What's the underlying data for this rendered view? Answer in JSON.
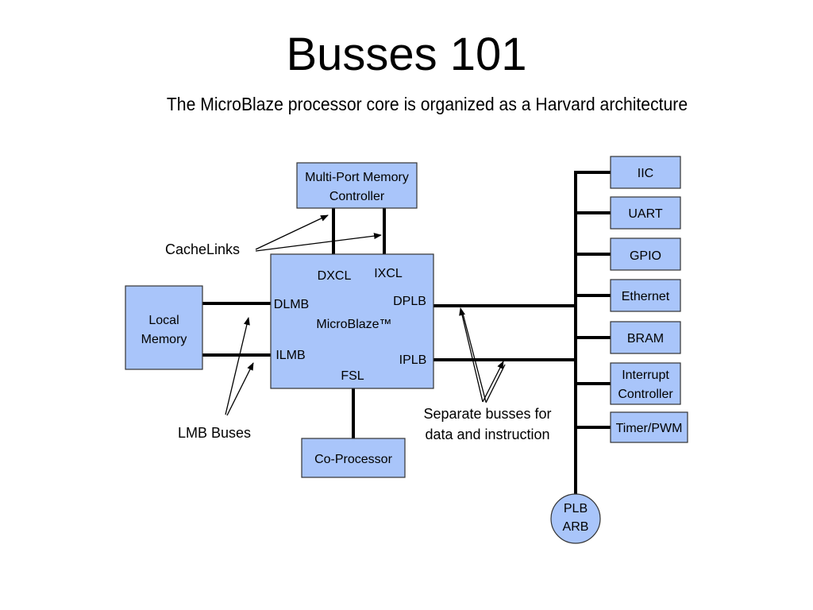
{
  "title": "Busses 101",
  "subtitle": "The MicroBlaze processor core is organized as a Harvard architecture",
  "colors": {
    "box_fill": "#a9c5fa",
    "line": "#000000"
  },
  "processor": {
    "name": "MicroBlaze™",
    "ports": {
      "dxcl": "DXCL",
      "ixcl": "IXCL",
      "dlmb": "DLMB",
      "ilmb": "ILMB",
      "dplb": "DPLB",
      "iplb": "IPLB",
      "fsl": "FSL"
    }
  },
  "mpmc": {
    "line1": "Multi-Port Memory",
    "line2": "Controller"
  },
  "local_memory": {
    "line1": "Local",
    "line2": "Memory"
  },
  "coprocessor": "Co-Processor",
  "peripherals": {
    "iic": "IIC",
    "uart": "UART",
    "gpio": "GPIO",
    "ethernet": "Ethernet",
    "bram": "BRAM",
    "interrupt_line1": "Interrupt",
    "interrupt_line2": "Controller",
    "timer": "Timer/PWM"
  },
  "arbiter": {
    "line1": "PLB",
    "line2": "ARB"
  },
  "annotations": {
    "cachelinks": "CacheLinks",
    "lmb_buses": "LMB Buses",
    "separate_line1": "Separate busses for",
    "separate_line2": "data and instruction"
  }
}
